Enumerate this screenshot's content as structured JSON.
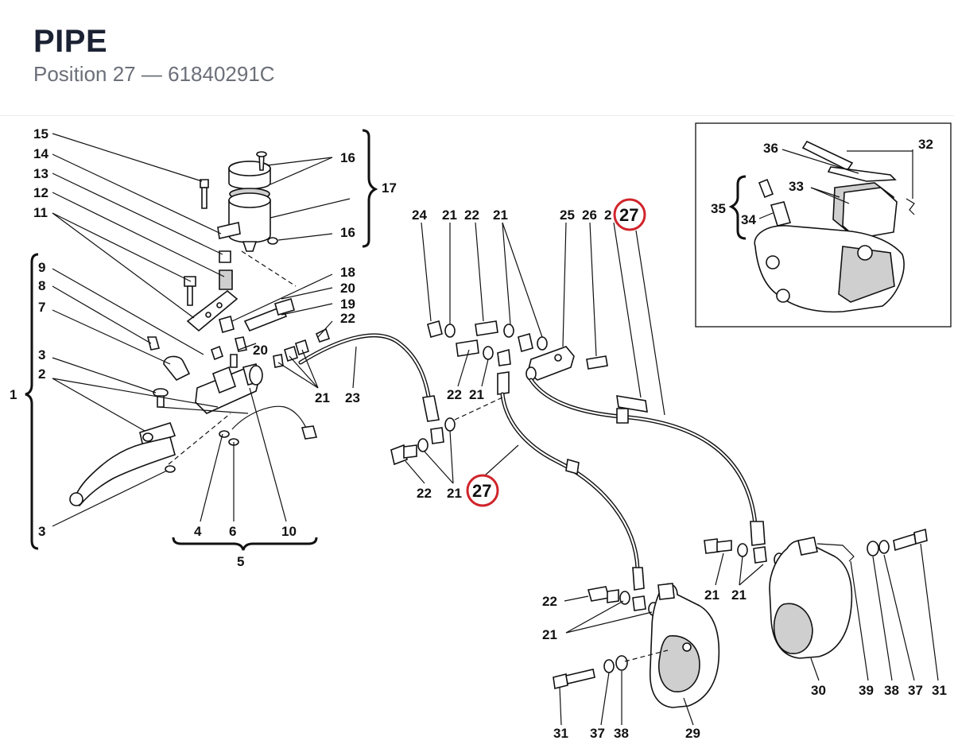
{
  "header": {
    "title": "PIPE",
    "position_label": "Position 27",
    "dash": "—",
    "part_number": "61840291C"
  },
  "colors": {
    "highlight": "#d0242b",
    "title": "#1b2233",
    "subtitle": "#6b6f78"
  },
  "highlighted_position": "27",
  "labels": {
    "l15": "15",
    "l14": "14",
    "l13": "13",
    "l12": "12",
    "l11": "11",
    "l16a": "16",
    "l16b": "16",
    "l17": "17",
    "l9": "9",
    "l8": "8",
    "l7": "7",
    "l3a": "3",
    "l2": "2",
    "l1": "1",
    "l3b": "3",
    "l18": "18",
    "l20a": "20",
    "l19": "19",
    "l22a": "22",
    "l20b": "20",
    "l21a": "21",
    "l23": "23",
    "l4": "4",
    "l6": "6",
    "l10": "10",
    "l5": "5",
    "l24": "24",
    "l21b": "21",
    "l22b": "22",
    "l21c": "21",
    "l25": "25",
    "l26": "26",
    "l2trunc": "2",
    "l27a": "27",
    "l22c": "22",
    "l21d": "21",
    "l22d": "22",
    "l21e": "21",
    "l27b": "27",
    "l36": "36",
    "l32": "32",
    "l33": "33",
    "l35": "35",
    "l34": "34",
    "l22e": "22",
    "l21f": "21",
    "l21g": "21",
    "l21h": "21",
    "l31a": "31",
    "l37a": "37",
    "l38a": "38",
    "l29": "29",
    "l30": "30",
    "l39": "39",
    "l38b": "38",
    "l37b": "37",
    "l31b": "31"
  }
}
